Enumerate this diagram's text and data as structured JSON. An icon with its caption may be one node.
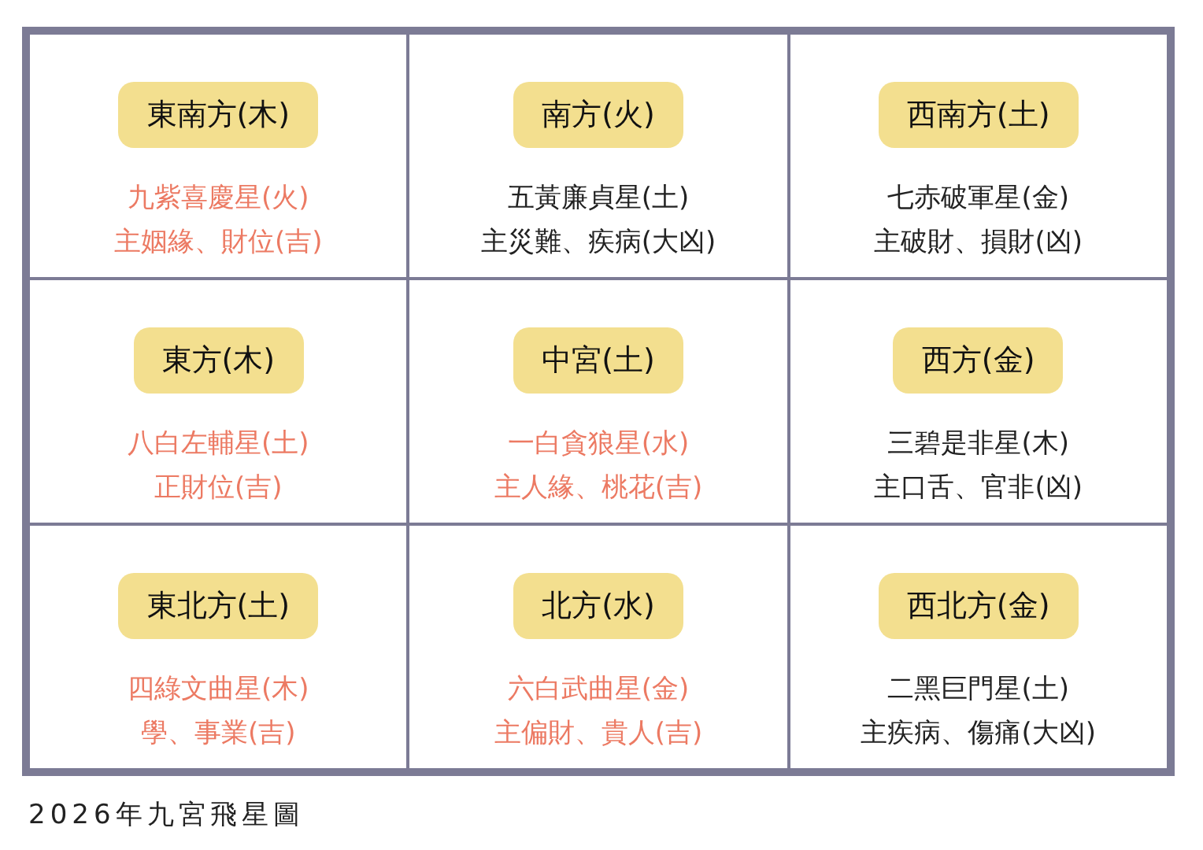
{
  "diagram": {
    "caption": "2026年九宮飛星圖",
    "nodes": [
      {
        "text": [
          "東南方(木)",
          "九紫喜慶星(火)",
          "主姻緣、財位(吉)"
        ]
      },
      {
        "text": [
          "南方(火)",
          "五黃廉貞星(土)",
          "主災難、疾病(大凶)"
        ]
      },
      {
        "text": [
          "西南方(土)",
          "七赤破軍星(金)",
          "主破財、損財(凶)"
        ]
      },
      {
        "text": [
          "東方(木)",
          "八白左輔星(土)",
          "正財位(吉)"
        ]
      },
      {
        "text": [
          "中宮(土)",
          "一白貪狼星(水)",
          "主人緣、桃花(吉)"
        ]
      },
      {
        "text": [
          "西方(金)",
          "三碧是非星(木)",
          "主口舌、官非(凶)"
        ]
      },
      {
        "text": [
          "東北方(土)",
          "四綠文曲星(木)",
          "學、事業(吉)"
        ]
      },
      {
        "text": [
          "北方(水)",
          "六白武曲星(金)",
          "主偏財、貴人(吉)"
        ]
      },
      {
        "text": [
          "西北方(金)",
          "二黑巨門星(土)",
          "主疾病、傷痛(大凶)"
        ]
      }
    ],
    "edges": []
  }
}
